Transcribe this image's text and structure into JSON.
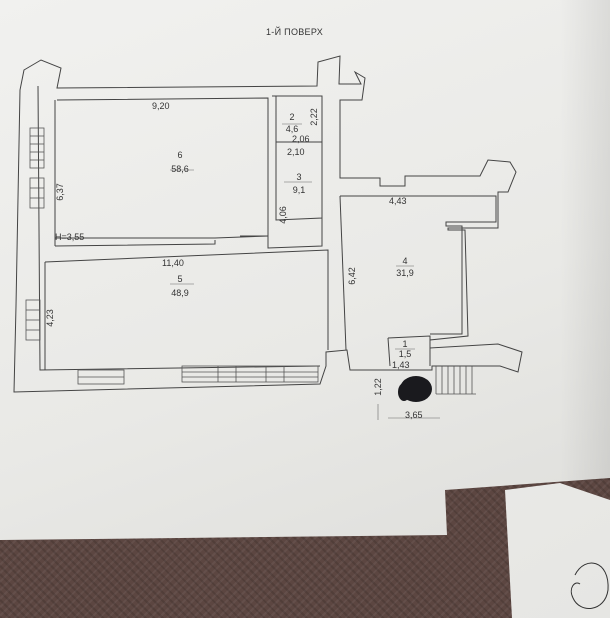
{
  "title": "1-Й ПОВЕРХ",
  "rooms": [
    {
      "id": "6",
      "area": "58,6"
    },
    {
      "id": "5",
      "area": "48,9"
    },
    {
      "id": "2",
      "area": "4,6"
    },
    {
      "id": "3",
      "area": "9,1"
    },
    {
      "id": "4",
      "area": "31,9"
    },
    {
      "id": "1",
      "area": "1,5"
    }
  ],
  "dimensions": {
    "d_9_20": "9,20",
    "d_2_22": "2,22",
    "d_2_06": "2,06",
    "d_2_10": "2,10",
    "d_6_37": "6,37",
    "d_4_06": "4,06",
    "d_height": "H=3,55",
    "d_11_40": "11,40",
    "d_6_42": "6,42",
    "d_4_43": "4,43",
    "d_4_23": "4,23",
    "d_1_43": "1,43",
    "d_1_22": "1,22",
    "d_3_65": "3,65"
  }
}
